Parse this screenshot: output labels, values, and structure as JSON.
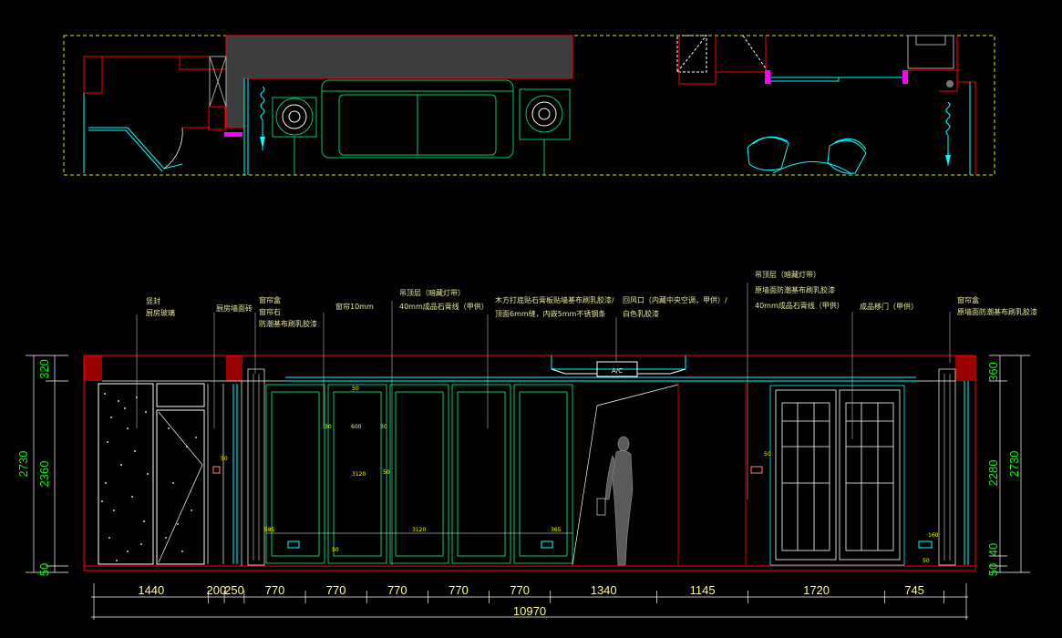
{
  "drawing": {
    "annotations": [
      {
        "lines": [
          "竖封",
          "厨房玻璃"
        ]
      },
      {
        "lines": [
          "厨房墙面砖"
        ]
      },
      {
        "lines": [
          "窗帘盒",
          "窗帘石",
          "防潮基布刷乳胶漆"
        ]
      },
      {
        "lines": [
          "窗帘10mm"
        ]
      },
      {
        "lines": [
          "吊顶层（暗藏灯带）",
          "40mm成品石膏线（甲供）"
        ]
      },
      {
        "lines": [
          "木方打底贴石膏板贴墙基布刷乳胶漆/",
          "顶面6mm缝，内嵌5mm不锈钢条"
        ]
      },
      {
        "lines": [
          "回风口（内藏中央空调，甲供）/",
          "白色乳胶漆"
        ]
      },
      {
        "lines": [
          "吊顶层（暗藏灯带）",
          "原墙面防潮基布刷乳胶漆",
          "40mm成品石膏线（甲供）"
        ]
      },
      {
        "lines": [
          "成品移门（甲供）"
        ]
      },
      {
        "lines": [
          "窗帘盒",
          "原墙面防潮基布刷乳胶漆"
        ]
      }
    ],
    "ac_label": "A/C",
    "bottom_dims": [
      "1440",
      "200",
      "250",
      "770",
      "770",
      "770",
      "770",
      "770",
      "1340",
      "1145",
      "1720",
      "745"
    ],
    "total_dim": "10970",
    "left_dims": {
      "total": "2730",
      "top": "320",
      "middle": "2360",
      "bottom": "50"
    },
    "right_dims": {
      "total": "2730",
      "top": "360",
      "middle": "2280",
      "lower": "40",
      "bottom": "50"
    },
    "small_labels": [
      "50",
      "50",
      "600",
      "30",
      "30",
      "3120",
      "585",
      "365",
      "160",
      "50",
      "50",
      "3120",
      "50",
      "50"
    ]
  }
}
